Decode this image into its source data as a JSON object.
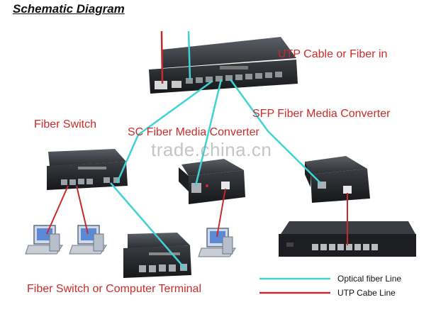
{
  "title": "Schematic Diagram",
  "labels": {
    "utp_in": "UTP Cable or Fiber in",
    "fiber_switch": "Fiber Switch",
    "sfp_converter": "SFP Fiber Media Converter",
    "sc_converter": "SC Fiber Media Converter",
    "terminal": "Fiber Switch or Computer Terminal"
  },
  "legend": {
    "optical": "Optical fiber Line",
    "utp": "UTP Cabe Line"
  },
  "watermark": "trade.china.cn",
  "colors": {
    "optical": "#3fd3d6",
    "utp": "#c62a2a",
    "label_red": "#cc2b2b",
    "device": "#2a2d31"
  },
  "icons": [
    "network-switch-icon",
    "media-converter-icon",
    "computer-icon"
  ]
}
